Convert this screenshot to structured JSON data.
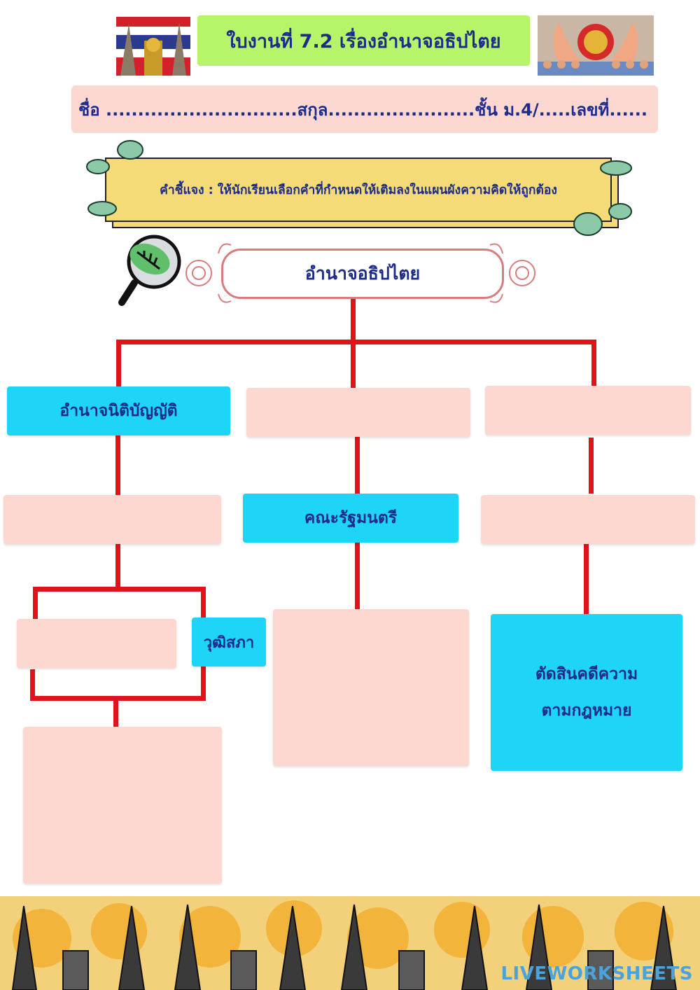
{
  "header": {
    "title": "ใบงานที่ 7.2 เรื่องอำนาจอธิปไตย",
    "name_line": "ชื่อ ..............................สกุล.......................ชั้น ม.4/.....เลขที่......"
  },
  "instruction": "คำชี้แจง : ให้นักเรียนเลือกคำที่กำหนดให้เติมลงในแผนผังความคิดให้ถูกต้อง",
  "diagram": {
    "root": "อำนาจอธิปไตย",
    "legislative": "อำนาจนิติบัญญัติ",
    "cabinet": "คณะรัฐมนตรี",
    "senate": "วุฒิสภา",
    "judicial_duty_line1": "ตัดสินคดีความ",
    "judicial_duty_line2": "ตามกฎหมาย"
  },
  "footer": {
    "brand": "LIVEWORKSHEETS"
  },
  "colors": {
    "given_box": "#1ed4f7",
    "answer_box": "#fcd8d0",
    "connector": "#e0121b",
    "title_bg": "#b6f56a",
    "text": "#1d2b8a"
  }
}
